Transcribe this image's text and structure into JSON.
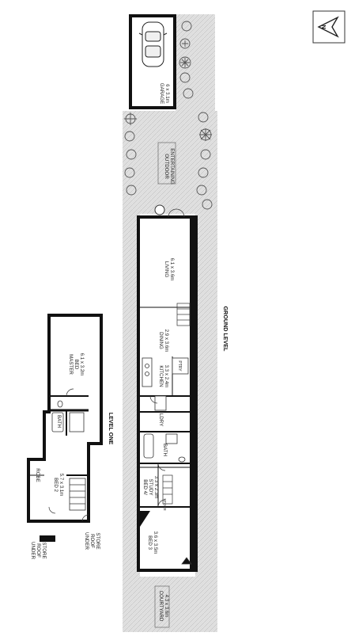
{
  "north_label": "N",
  "levels": {
    "ground": "GROUND LEVEL",
    "one": "LEVEL ONE"
  },
  "rooms": {
    "garage": {
      "name": "GARAGE",
      "size": "6 x 3.1m"
    },
    "outdoor": {
      "name": "OUTDOOR",
      "sub": "ENTERTAINING"
    },
    "living": {
      "name": "LIVING",
      "size": "6.1 x 3.6m"
    },
    "dining": {
      "name": "DINING",
      "size": "2.9 x 3.6m"
    },
    "kitchen": {
      "name": "KITCHEN",
      "size": "3.3 x 2.4m"
    },
    "pantry": {
      "name": "PTRY"
    },
    "laundry": {
      "name": "LDRY"
    },
    "bath_ground": {
      "name": "BATH"
    },
    "bed4": {
      "name": "BED 4/",
      "sub": "STUDY",
      "size": "3.3 x 2.3m"
    },
    "store": {
      "name": "STORE"
    },
    "bed3": {
      "name": "BED 3",
      "size": "3.6 x 3.5m"
    },
    "courtyard": {
      "name": "COURTYARD",
      "size": "4.3 x 3.6m"
    },
    "master": {
      "name": "MASTER",
      "sub": "BED",
      "size": "6.1 x 3.2m"
    },
    "bath_l1": {
      "name": "BATH"
    },
    "bed2": {
      "name": "BED 2",
      "size": "5.7 x 3.1m"
    },
    "robe": {
      "name": "ROBE"
    },
    "under_roof_store": {
      "line1": "UNDER",
      "line2": "ROOF",
      "line3": "STORE"
    }
  },
  "colors": {
    "wall": "#111111",
    "paving": "#dcdcdc",
    "plant": "#555555"
  }
}
